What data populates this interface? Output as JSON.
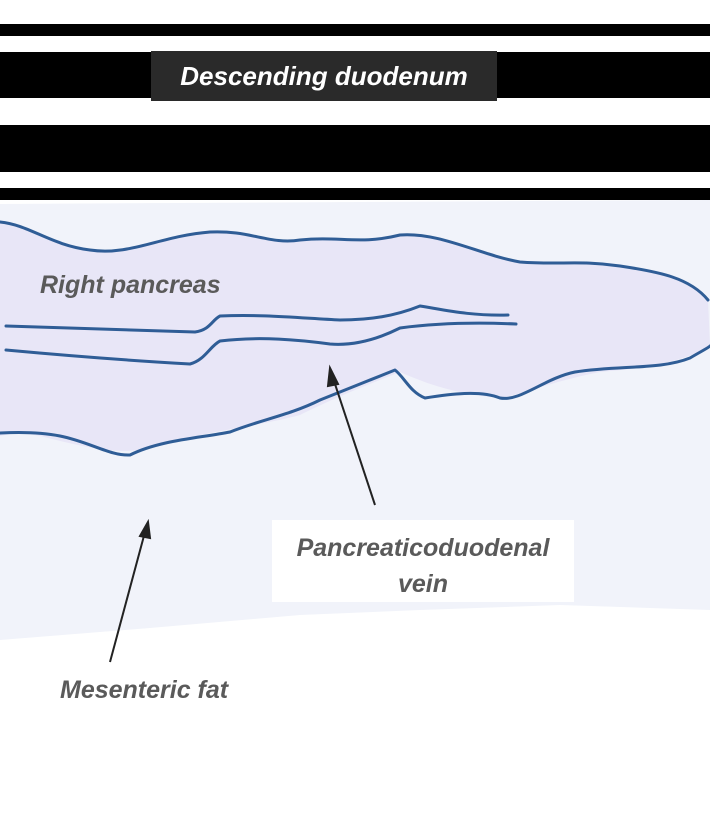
{
  "labels": {
    "duodenum": "Descending duodenum",
    "pancreas": "Right pancreas",
    "vein_line1": "Pancreaticoduodenal",
    "vein_line2": "vein",
    "fat": "Mesenteric fat"
  },
  "colors": {
    "duodenum_band": "#000000",
    "title_box": "#2a2a2a",
    "pancreas_fill": "#e8e6f7",
    "fat_fill": "#f1f3fa",
    "vein_stroke": "#2f5d96",
    "arrow": "#222222",
    "label_text": "#5a5a5a"
  }
}
